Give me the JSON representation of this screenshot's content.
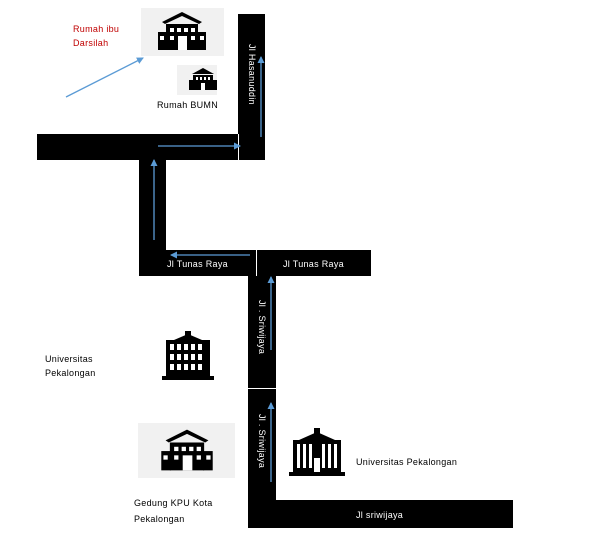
{
  "roads": {
    "jl_hasanuddin": "Jl Hasanuddin",
    "jl_tunas_raya_west": "Jl Tunas Raya",
    "jl_tunas_raya_east": "Jl Tunas Raya",
    "jl_sriwijaya_upper": "Jl . Sriwijaya",
    "jl_sriwijaya_lower": "Jl . Sriwijaya",
    "jl_sriwijaya_bottom": "Jl sriwijaya"
  },
  "places": {
    "rumah_ibu_line1": "Rumah ibu",
    "rumah_ibu_line2": "Darsilah",
    "rumah_bumn": "Rumah BUMN",
    "univ_left_line1": "Universitas",
    "univ_left_line2": "Pekalongan",
    "univ_right": "Universitas Pekalongan",
    "kpu_line1": "Gedung KPU Kota",
    "kpu_line2": "Pekalongan"
  },
  "icons": [
    "house-icon",
    "building-icon",
    "university-icon"
  ],
  "colors": {
    "road": "#000000",
    "route_arrow": "#5b9bd5",
    "highlight_text": "#c00000"
  }
}
